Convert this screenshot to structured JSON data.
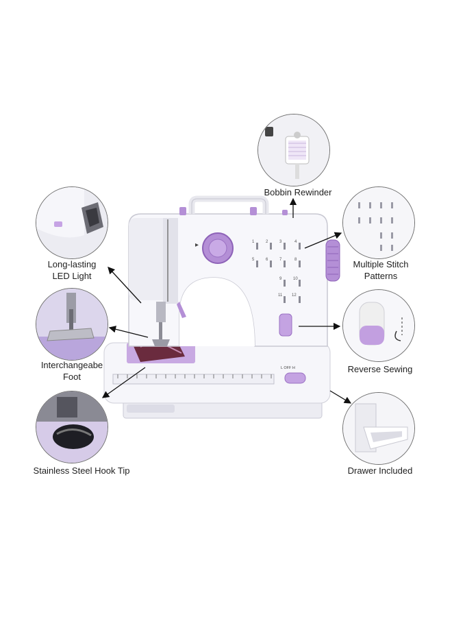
{
  "features": {
    "bobbin": {
      "label": "Bobbin Rewinder"
    },
    "stitch": {
      "line1": "Multiple Stitch",
      "line2": "Patterns"
    },
    "reverse": {
      "label": "Reverse Sewing"
    },
    "drawer": {
      "label": "Drawer Included"
    },
    "led": {
      "line1": "Long-lasting",
      "line2": "LED Light"
    },
    "foot": {
      "line1": "Interchangeabe",
      "line2": "Foot"
    },
    "hook": {
      "label": "Stainless Steel Hook Tip"
    }
  },
  "machine": {
    "switch_labels": "L OFF H",
    "stitch_numbers": [
      "1",
      "2",
      "3",
      "4",
      "5",
      "6",
      "7",
      "8",
      "9",
      "10",
      "11",
      "12"
    ]
  },
  "colors": {
    "accent": "#b48fd6",
    "accent_dark": "#8e63b8",
    "body": "#f4f4f8",
    "shadow": "#d9d9e2"
  }
}
